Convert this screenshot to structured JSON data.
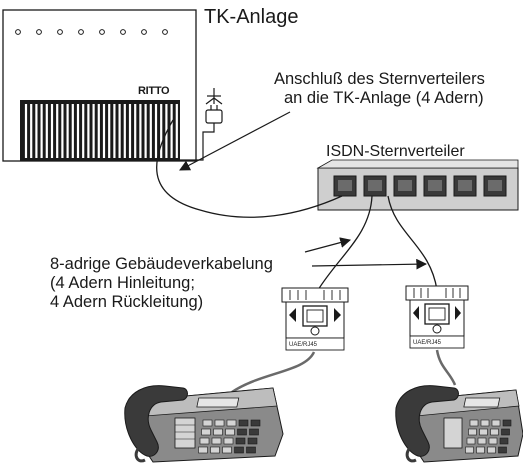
{
  "title": "TK-Anlage",
  "brand": "RITTO",
  "connection_label": {
    "line1": "Anschluß des Sternverteilers",
    "line2": "an die TK-Anlage (4 Adern)"
  },
  "distributor_label": "ISDN-Sternverteiler",
  "cabling_label": {
    "line1": "8-adrige Gebäudeverkabelung",
    "line2": "(4 Adern Hinleitung;",
    "line3": "4 Adern Rückleitung)"
  },
  "socket_left_label": "UAE/RJ45",
  "socket_right_label": "UAE/RJ45",
  "colors": {
    "line": "#1a1a1a",
    "distributor_grey": "#c8c8c8",
    "phone_dark": "#3a3a3a",
    "phone_mid": "#8a8a8a",
    "phone_light": "#d4d4d4"
  }
}
